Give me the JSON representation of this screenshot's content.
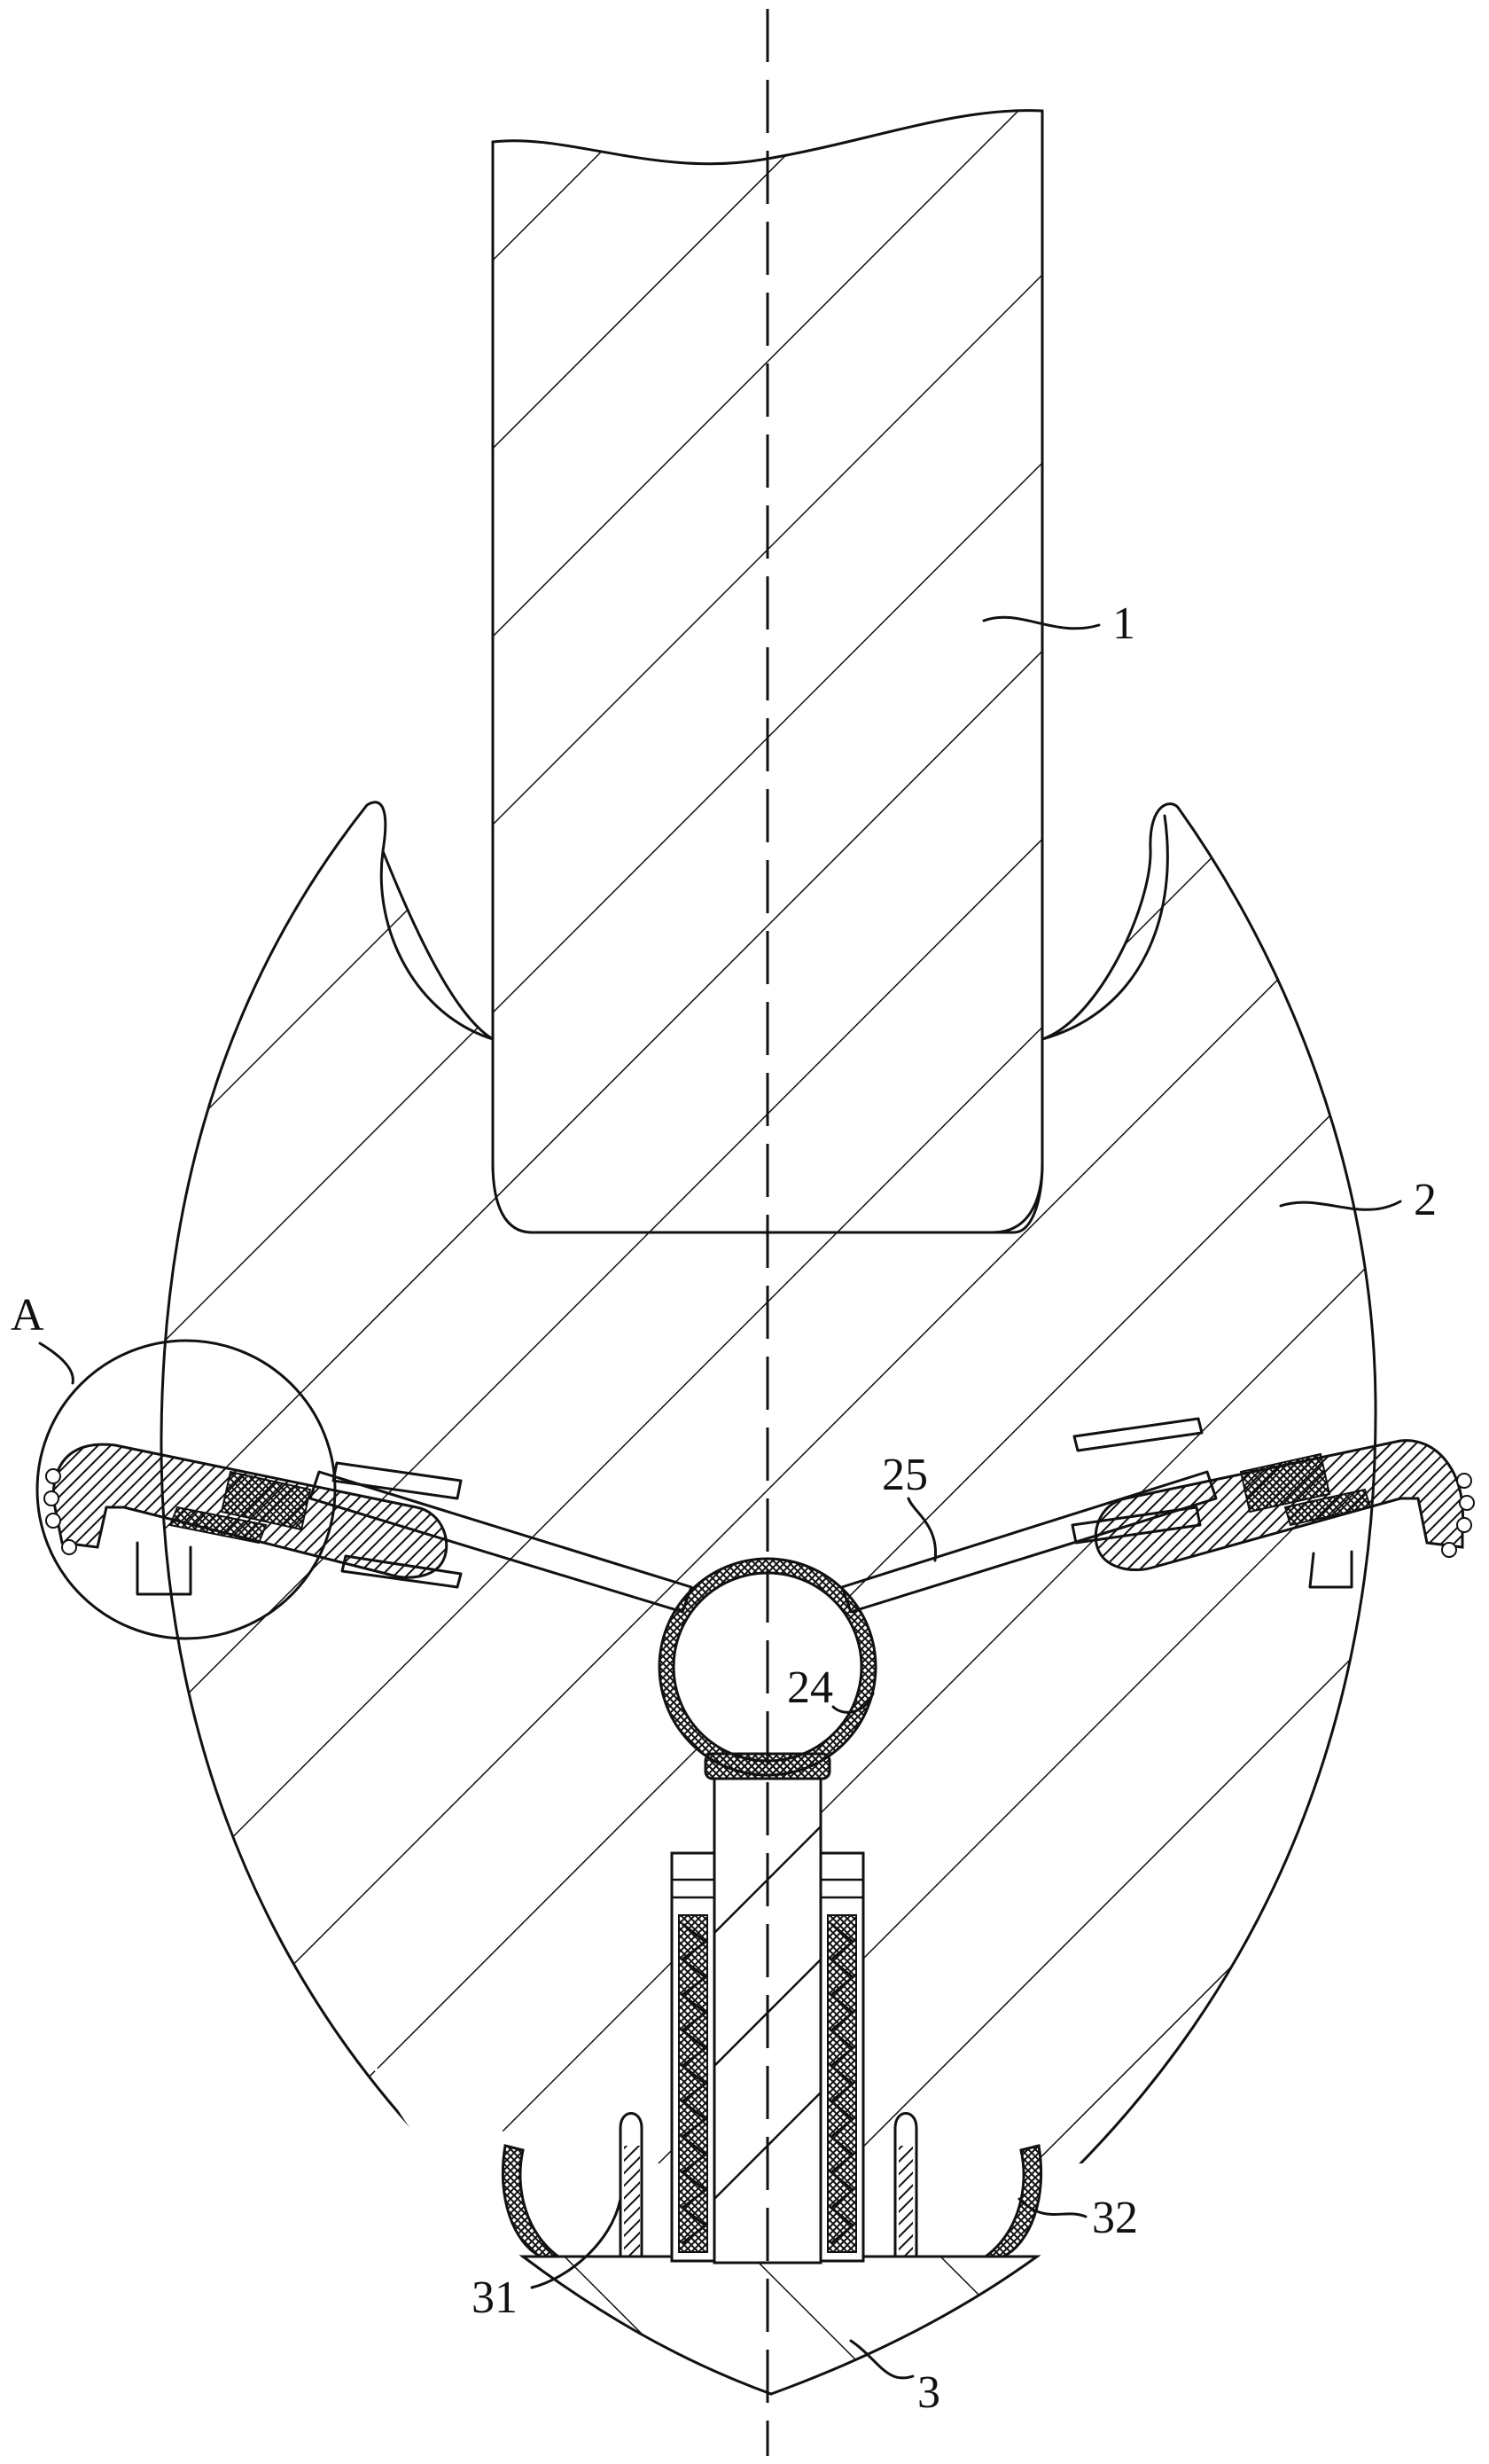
{
  "figure": {
    "callouts": [
      {
        "id": "1",
        "label": "1"
      },
      {
        "id": "2",
        "label": "2"
      },
      {
        "id": "A",
        "label": "A"
      },
      {
        "id": "25",
        "label": "25"
      },
      {
        "id": "24",
        "label": "24"
      },
      {
        "id": "32",
        "label": "32"
      },
      {
        "id": "31",
        "label": "31"
      },
      {
        "id": "3",
        "label": "3"
      }
    ]
  },
  "colors": {
    "line": "#111111",
    "background": "#ffffff",
    "hatch_fill": "#111111"
  }
}
